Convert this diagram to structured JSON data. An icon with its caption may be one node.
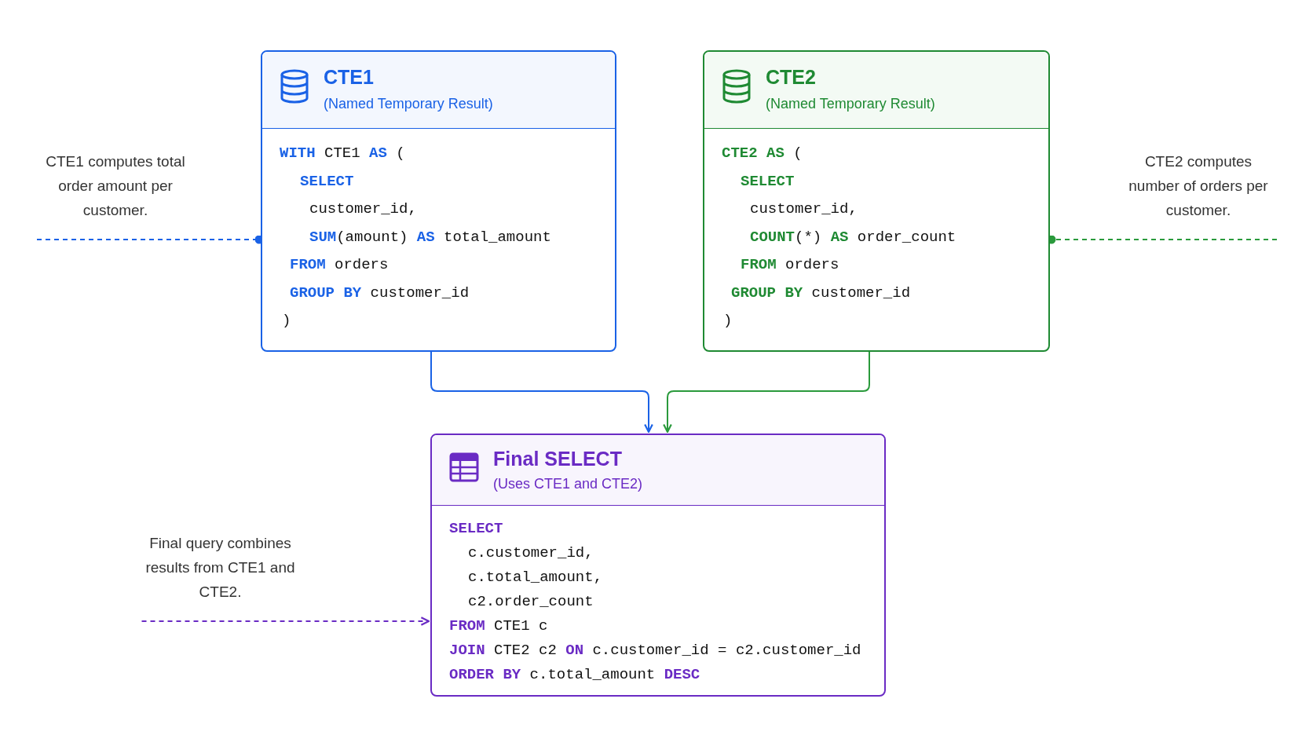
{
  "diagram": {
    "nodes": [
      {
        "text": [
          "CTE1",
          "(Named Temporary Result)",
          "**WITH** CTE1 **AS** (",
          "**SELECT**",
          "customer_id,",
          "**SUM**(amount) **AS** total_amount",
          "**FROM** orders",
          "**GROUP BY** customer_id",
          ")"
        ]
      },
      {
        "text": [
          "CTE2",
          "(Named Temporary Result)",
          "**CTE2 AS** (",
          "**SELECT**",
          "customer_id,",
          "**COUNT**(*) **AS** order_count",
          "**FROM** orders",
          "**GROUP BY** customer_id",
          ")"
        ]
      },
      {
        "text": [
          "Final SELECT",
          "(Uses CTE1 and CTE2)",
          "**SELECT**",
          "c.customer_id,",
          "c.total_amount,",
          "c2.order_count",
          "**FROM** CTE1 c",
          "**JOIN** CTE2 c2 **ON** c.customer_id = c2.customer_id",
          "**ORDER BY** c.total_amount **DESC**"
        ]
      },
      {
        "text": [
          "CTE1 computes total order amount per customer."
        ]
      },
      {
        "text": [
          "CTE2 computes number of orders per customer."
        ]
      },
      {
        "text": [
          "Final query combines results from CTE1 and CTE2."
        ]
      }
    ],
    "edges": [
      {
        "from": 0,
        "to": 2,
        "arrow": "to",
        "color": "#1a62e6"
      },
      {
        "from": 1,
        "to": 2,
        "arrow": "to",
        "color": "#2a9a3c"
      },
      {
        "from": 3,
        "to": 0,
        "arrow": "other",
        "style": "dashed",
        "color": "#1a62e6"
      },
      {
        "from": 4,
        "to": 1,
        "arrow": "other",
        "style": "dashed",
        "color": "#2a9a3c"
      },
      {
        "from": 5,
        "to": 2,
        "arrow": "to",
        "style": "dashed",
        "color": "#6a2bc4"
      }
    ]
  }
}
